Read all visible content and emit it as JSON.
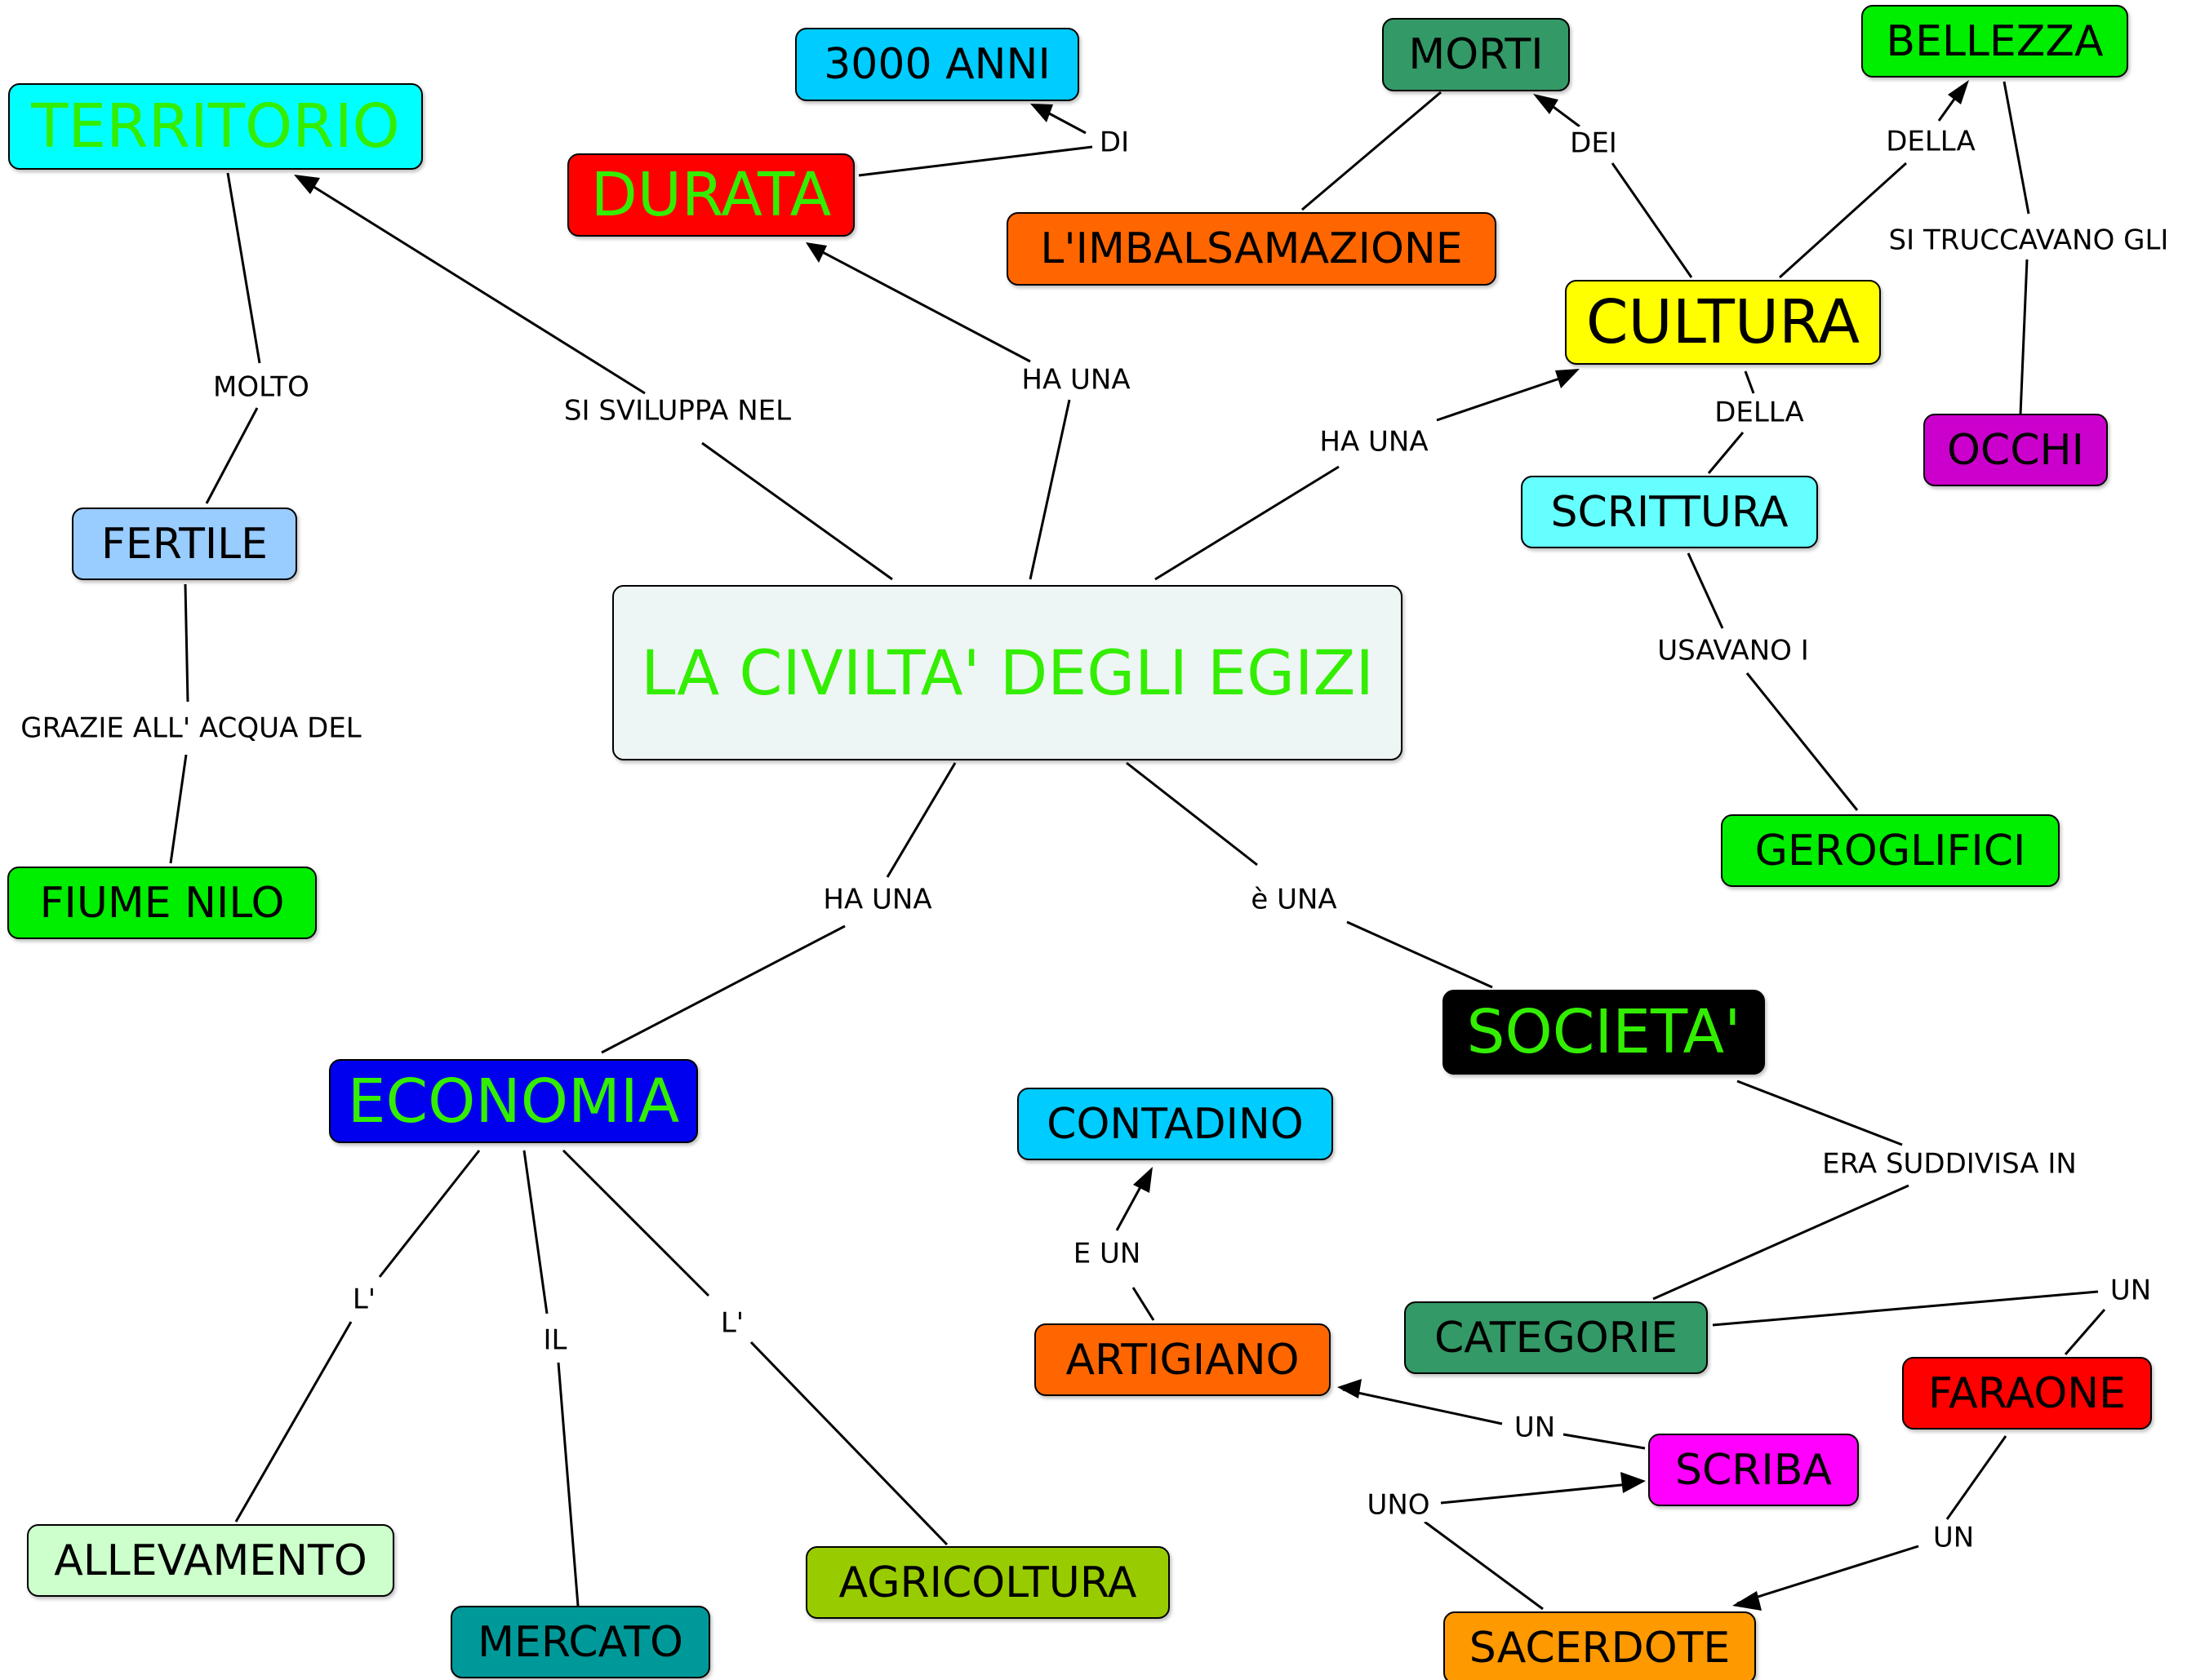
{
  "nodes": {
    "center": {
      "text": "LA CIVILTA' DEGLI EGIZI",
      "bg": "#eef5f5",
      "fg": "#33ee00"
    },
    "territorio": {
      "text": "TERRITORIO",
      "bg": "#00ffff",
      "fg": "#33ee00"
    },
    "fertile": {
      "text": "FERTILE",
      "bg": "#99ccff",
      "fg": "#000000"
    },
    "fiume_nilo": {
      "text": "FIUME NILO",
      "bg": "#00ee00",
      "fg": "#000000"
    },
    "anni": {
      "text": "3000 ANNI",
      "bg": "#00ccff",
      "fg": "#000000"
    },
    "durata": {
      "text": "DURATA",
      "bg": "#ff0000",
      "fg": "#33ee00"
    },
    "morti": {
      "text": "MORTI",
      "bg": "#339966",
      "fg": "#000000"
    },
    "imbalsamazione": {
      "text": "L'IMBALSAMAZIONE",
      "bg": "#ff6600",
      "fg": "#000000"
    },
    "bellezza": {
      "text": "BELLEZZA",
      "bg": "#00ee00",
      "fg": "#000000"
    },
    "occhi": {
      "text": "OCCHI",
      "bg": "#cc00cc",
      "fg": "#000000"
    },
    "cultura": {
      "text": "CULTURA",
      "bg": "#ffff00",
      "fg": "#000000"
    },
    "scrittura": {
      "text": "SCRITTURA",
      "bg": "#66ffff",
      "fg": "#000000"
    },
    "geroglifici": {
      "text": "GEROGLIFICI",
      "bg": "#00ee00",
      "fg": "#000000"
    },
    "societa": {
      "text": "SOCIETA'",
      "bg": "#000000",
      "fg": "#33ee00"
    },
    "economia": {
      "text": "ECONOMIA",
      "bg": "#0000ee",
      "fg": "#33ee00"
    },
    "contadino": {
      "text": "CONTADINO",
      "bg": "#00ccff",
      "fg": "#000000"
    },
    "artigiano": {
      "text": "ARTIGIANO",
      "bg": "#ff6600",
      "fg": "#000000"
    },
    "categorie": {
      "text": "CATEGORIE",
      "bg": "#339966",
      "fg": "#000000"
    },
    "faraone": {
      "text": "FARAONE",
      "bg": "#ff0000",
      "fg": "#000000"
    },
    "scriba": {
      "text": "SCRIBA",
      "bg": "#ff00ff",
      "fg": "#000000"
    },
    "sacerdote": {
      "text": "SACERDOTE",
      "bg": "#ff9900",
      "fg": "#000000"
    },
    "allevamento": {
      "text": "ALLEVAMENTO",
      "bg": "#ccffcc",
      "fg": "#000000"
    },
    "mercato": {
      "text": "MERCATO",
      "bg": "#009999",
      "fg": "#000000"
    },
    "agricoltura": {
      "text": "AGRICOLTURA",
      "bg": "#99cc00",
      "fg": "#000000"
    }
  },
  "labels": {
    "si_sviluppa_nel": "SI SVILUPPA NEL",
    "molto": "MOLTO",
    "grazie_acqua": "GRAZIE ALL' ACQUA DEL",
    "ha_una_durata": "HA UNA",
    "di": "DI",
    "ha_una_cultura": "HA UNA",
    "dei": "DEI",
    "della_bellezza": "DELLA",
    "si_truccavano": "SI TRUCCAVANO GLI",
    "della_scrittura": "DELLA",
    "usavano_i": "USAVANO I",
    "ha_una_economia": "HA UNA",
    "e_una": "è UNA",
    "l_allevamento": "L'",
    "il_mercato": "IL",
    "l_agricoltura": "L'",
    "era_suddivisa": "ERA SUDDIVISA IN",
    "un_faraone": "UN",
    "un_sacerdote": "UN",
    "uno_scriba": "UNO",
    "un_artigiano": "UN",
    "e_un": "E UN"
  }
}
